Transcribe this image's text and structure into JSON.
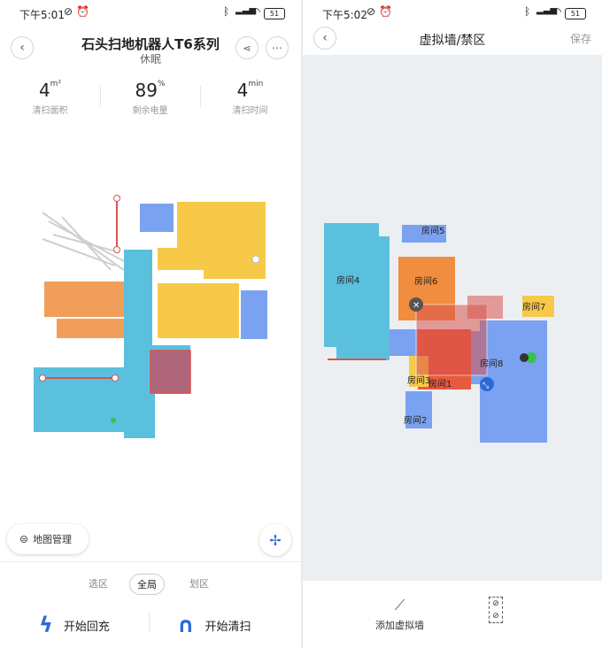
{
  "left": {
    "status": {
      "time": "下午5:01",
      "battery": "51"
    },
    "header": {
      "title": "石头扫地机器人T6系列",
      "subtitle": "休眠"
    },
    "stats": [
      {
        "value": "4",
        "unit": "m²",
        "label": "清扫面积"
      },
      {
        "value": "89",
        "unit": "%",
        "label": "剩余电量"
      },
      {
        "value": "4",
        "unit": "min",
        "label": "清扫时间"
      }
    ],
    "map_manage_label": "地图管理",
    "segments": {
      "select_area": "选区",
      "full": "全局",
      "zone": "划区"
    },
    "actions": {
      "recharge": "开始回充",
      "clean": "开始清扫"
    }
  },
  "right": {
    "status": {
      "time": "下午5:02",
      "battery": "51"
    },
    "header": {
      "title": "虚拟墙/禁区",
      "save": "保存"
    },
    "rooms": [
      "房间1",
      "房间2",
      "房间3",
      "房间4",
      "房间5",
      "房间6",
      "房间7",
      "房间8"
    ],
    "add_wall_label": "添加虚拟墙"
  },
  "colors": {
    "accent": "#2b6ad6",
    "room_cyan": "#5bc0de",
    "room_yellow": "#f7c948",
    "room_orange": "#f08d3e",
    "room_blue": "#7aa2f0",
    "no_go": "#d9534f"
  }
}
